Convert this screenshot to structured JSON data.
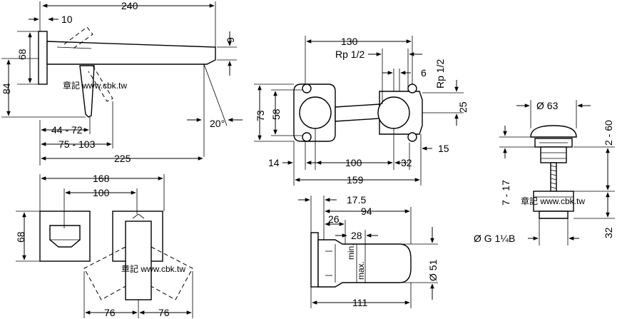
{
  "colors": {
    "line": "#000000",
    "background": "#ffffff"
  },
  "spout_side_view": {
    "dims": {
      "d240": "240",
      "d10": "10",
      "d68": "68",
      "d84": "84",
      "d9": "9",
      "d20deg": "20°",
      "d44_72": "44 - 72",
      "d75_103": "75 - 103",
      "d225": "225"
    },
    "watermark": "章記 www.cbk.tw"
  },
  "front_view": {
    "dims": {
      "d168": "168",
      "d100": "100",
      "d68": "68",
      "d76_left": "76",
      "d76_right": "76"
    },
    "watermark": "章記 www.cbk.tw"
  },
  "body_front_view": {
    "dims": {
      "d130": "130",
      "rp_top": "Rp 1/2",
      "rp_right": "Rp 1/2",
      "d6": "6",
      "d73": "73",
      "d58": "58",
      "d25": "25",
      "d14": "14",
      "d100": "100",
      "d32": "32",
      "d15": "15",
      "d159": "159"
    }
  },
  "body_side_view": {
    "dims": {
      "d17_5": "17.5",
      "d94": "94",
      "d26": "26",
      "d28": "28",
      "d51": "Ø 51",
      "d111": "111",
      "min_label": "min.",
      "max_label": "max."
    }
  },
  "waste_view": {
    "dims": {
      "d63": "Ø 63",
      "d2_60": "2 - 60",
      "d7_17": "7 - 17",
      "d32": "32",
      "thread": "Ø G 1¼B"
    },
    "watermark": "章記 www.cbk.tw"
  }
}
